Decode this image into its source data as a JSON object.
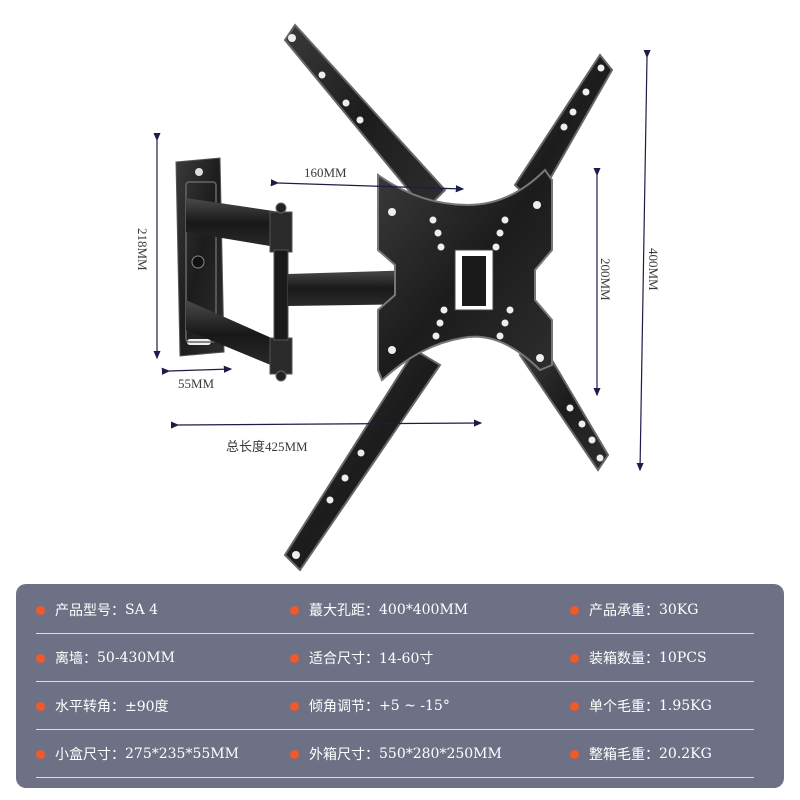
{
  "product": {
    "name": "TV wall mount bracket (full motion)",
    "colors": {
      "bracket": "#1e1e1e",
      "highlight": "#9a9a9a",
      "dimension_line": "#1c1c4a",
      "table_bg": "#6e7185",
      "bullet": "#f05a2a",
      "table_text": "#ffffff"
    }
  },
  "dimensions": {
    "top_width": "160MM",
    "wall_plate_height": "218MM",
    "wall_plate_depth": "55MM",
    "total_length": "总长度425MM",
    "inner_height": "200MM",
    "outer_height": "400MM"
  },
  "specs": {
    "rows": [
      [
        {
          "label": "产品型号：",
          "value": "SA 4"
        },
        {
          "label": "蕞大孔距：",
          "value": "400*400MM"
        },
        {
          "label": "产品承重：",
          "value": "30KG"
        }
      ],
      [
        {
          "label": "离墙：",
          "value": "50-430MM"
        },
        {
          "label": "适合尺寸：",
          "value": "14-60寸"
        },
        {
          "label": "装箱数量：",
          "value": "10PCS"
        }
      ],
      [
        {
          "label": "水平转角：",
          "value": "±90度"
        },
        {
          "label": "倾角调节：",
          "value": "+5 ~ -15°"
        },
        {
          "label": "单个毛重：",
          "value": "1.95KG"
        }
      ],
      [
        {
          "label": "小盒尺寸：",
          "value": "275*235*55MM"
        },
        {
          "label": "外箱尺寸：",
          "value": "550*280*250MM"
        },
        {
          "label": "整箱毛重：",
          "value": "20.2KG"
        }
      ]
    ]
  }
}
